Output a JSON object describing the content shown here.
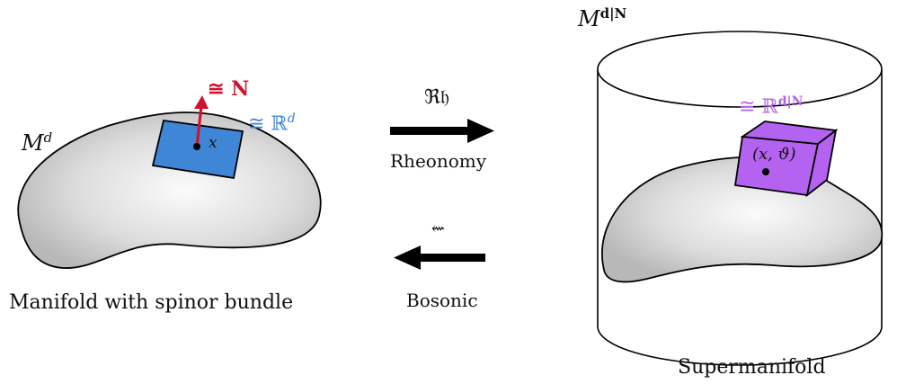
{
  "left": {
    "manifold_label": "M",
    "manifold_sup": "d",
    "normal_label": "≅ N",
    "tangent_label": "≅ ℝ",
    "tangent_sup": "d",
    "point_label": "x",
    "caption": "Manifold with spinor bundle"
  },
  "middle": {
    "top_symbol": "ℜ𝔥",
    "top_caption": "Rheonomy",
    "bottom_symbol": "⇜",
    "bottom_caption": "Bosonic"
  },
  "right": {
    "manifold_label": "M",
    "manifold_sup": "d|N",
    "cube_label_main": "≅ ℝ",
    "cube_label_sup": "d|N",
    "point_label": "(x, ϑ)",
    "caption": "Supermanifold"
  },
  "colors": {
    "normal": "#d1122e",
    "tangent": "#3f86d6",
    "cube": "#b463f0",
    "cube_label": "#b064e6",
    "blob_light": "#f8f8f8",
    "blob_dark": "#bdbdbd"
  }
}
